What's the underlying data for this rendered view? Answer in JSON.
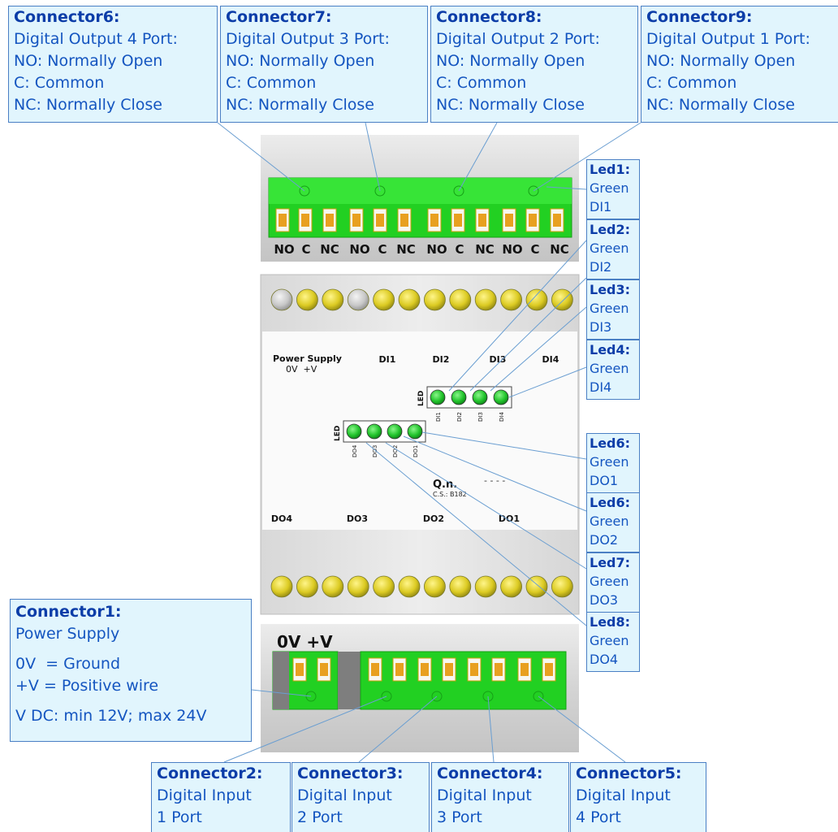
{
  "connectors_top": [
    {
      "title": "Connector6:",
      "lines": [
        "Digital Output 4 Port:",
        "NO: Normally Open",
        "C: Common",
        "NC: Normally Close"
      ]
    },
    {
      "title": "Connector7:",
      "lines": [
        "Digital Output 3 Port:",
        "NO: Normally Open",
        "C: Common",
        "NC: Normally Close"
      ]
    },
    {
      "title": "Connector8:",
      "lines": [
        "Digital Output 2 Port:",
        "NO: Normally Open",
        "C: Common",
        "NC: Normally Close"
      ]
    },
    {
      "title": "Connector9:",
      "lines": [
        "Digital Output 1 Port:",
        "NO: Normally Open",
        "C: Common",
        "NC: Normally Close"
      ]
    }
  ],
  "connector1": {
    "title": "Connector1:",
    "lines": [
      "Power Supply",
      "",
      "0V  = Ground",
      "+V = Positive wire",
      "",
      "V DC: min 12V; max 24V"
    ]
  },
  "connectors_bottom": [
    {
      "title": "Connector2:",
      "lines": [
        "Digital Input",
        "1 Port"
      ]
    },
    {
      "title": "Connector3:",
      "lines": [
        "Digital Input",
        "2 Port"
      ]
    },
    {
      "title": "Connector4:",
      "lines": [
        "Digital Input",
        "3 Port"
      ]
    },
    {
      "title": "Connector5:",
      "lines": [
        "Digital Input",
        "4 Port"
      ]
    }
  ],
  "leds": [
    {
      "title": "Led1:",
      "color": "Green",
      "signal": "DI1"
    },
    {
      "title": "Led2:",
      "color": "Green",
      "signal": "DI2"
    },
    {
      "title": "Led3:",
      "color": "Green",
      "signal": "DI3"
    },
    {
      "title": "Led4:",
      "color": "Green",
      "signal": "DI4"
    },
    {
      "title": "Led6:",
      "color": "Green",
      "signal": "DO1"
    },
    {
      "title": "Led6:",
      "color": "Green",
      "signal": "DO2"
    },
    {
      "title": "Led7:",
      "color": "Green",
      "signal": "DO3"
    },
    {
      "title": "Led8:",
      "color": "Green",
      "signal": "DO4"
    }
  ],
  "device": {
    "top_terminal_labels": [
      "NO",
      "C",
      "NC",
      "NO",
      "C",
      "NC",
      "NO",
      "C",
      "NC",
      "NO",
      "C",
      "NC"
    ],
    "power_supply": "Power Supply",
    "power_pins": "0V  +V",
    "di_headers": [
      "DI1",
      "DI2",
      "DI3",
      "DI4"
    ],
    "do_headers": [
      "DO4",
      "DO3",
      "DO2",
      "DO1"
    ],
    "led_word": "LED",
    "di_led_labels": [
      "DI1",
      "DI2",
      "DI3",
      "DI4"
    ],
    "do_led_labels": [
      "DO4",
      "DO3",
      "DO2",
      "DO1"
    ],
    "qn": "Q.n.",
    "qn_dashes": "- - - -",
    "cs": "C.S.: B182",
    "bottom_pin_label": "0V +V"
  },
  "colors": {
    "callout_bg": "#e1f5fd",
    "callout_border": "#4a7fc4",
    "callout_text": "#1455c0",
    "terminal_green": "#22d022",
    "led_green": "#22c42c",
    "housing": "#dcdcdc"
  }
}
